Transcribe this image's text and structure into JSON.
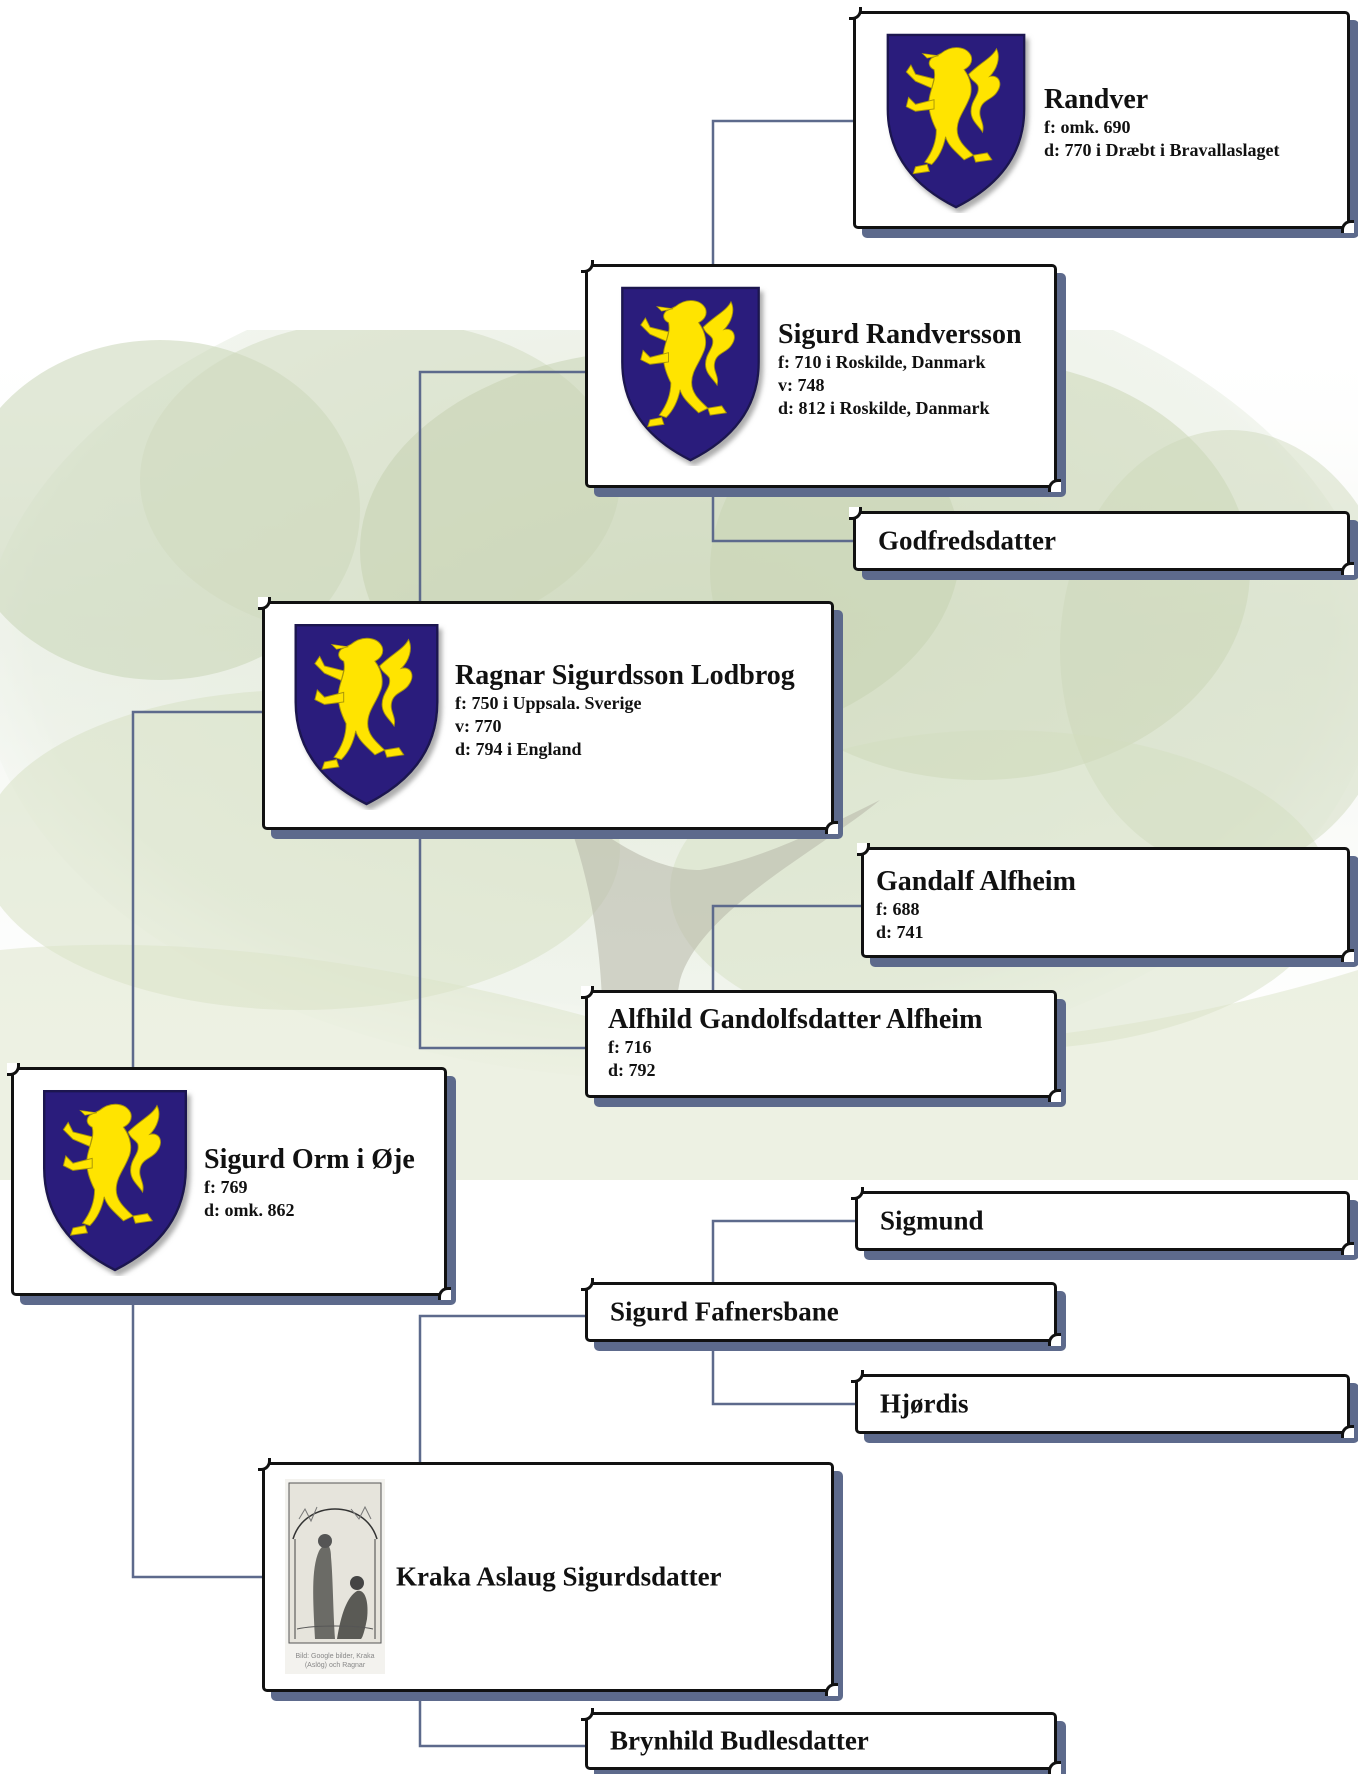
{
  "colors": {
    "connector": "#5d6a8c",
    "shield": "#2a1d7c",
    "lion": "#ffe400"
  },
  "persons": {
    "randver": {
      "name": "Randver",
      "born": "f: omk. 690",
      "died": "d: 770 i Dræbt i Bravallaslaget",
      "icon": "coat-of-arms"
    },
    "sigurd_randversson": {
      "name": "Sigurd Randversson",
      "born": "f: 710 i Roskilde, Danmark",
      "married": "v: 748",
      "died": "d: 812 i Roskilde, Danmark",
      "icon": "coat-of-arms"
    },
    "godfredsdatter": {
      "name": "Godfredsdatter"
    },
    "ragnar": {
      "name": "Ragnar Sigurdsson Lodbrog",
      "born": "f: 750 i Uppsala. Sverige",
      "married": "v: 770",
      "died": "d: 794 i England",
      "icon": "coat-of-arms"
    },
    "gandalf": {
      "name": "Gandalf Alfheim",
      "born": "f: 688",
      "died": "d: 741"
    },
    "alfhild": {
      "name": "Alfhild Gandolfsdatter Alfheim",
      "born": "f: 716",
      "died": "d: 792"
    },
    "sigurd_orm": {
      "name": "Sigurd Orm i Øje",
      "born": "f: 769",
      "died": "d: omk. 862",
      "icon": "coat-of-arms"
    },
    "sigmund": {
      "name": "Sigmund"
    },
    "sigurd_fafnersbane": {
      "name": "Sigurd Fafnersbane"
    },
    "hjordis": {
      "name": "Hjørdis"
    },
    "kraka": {
      "name": "Kraka Aslaug Sigurdsdatter",
      "icon": "engraving-portrait",
      "caption": "Bild: Google bilder, Kraka (Aslög) och Ragnar"
    },
    "brynhild": {
      "name": "Brynhild Budlesdatter"
    }
  }
}
